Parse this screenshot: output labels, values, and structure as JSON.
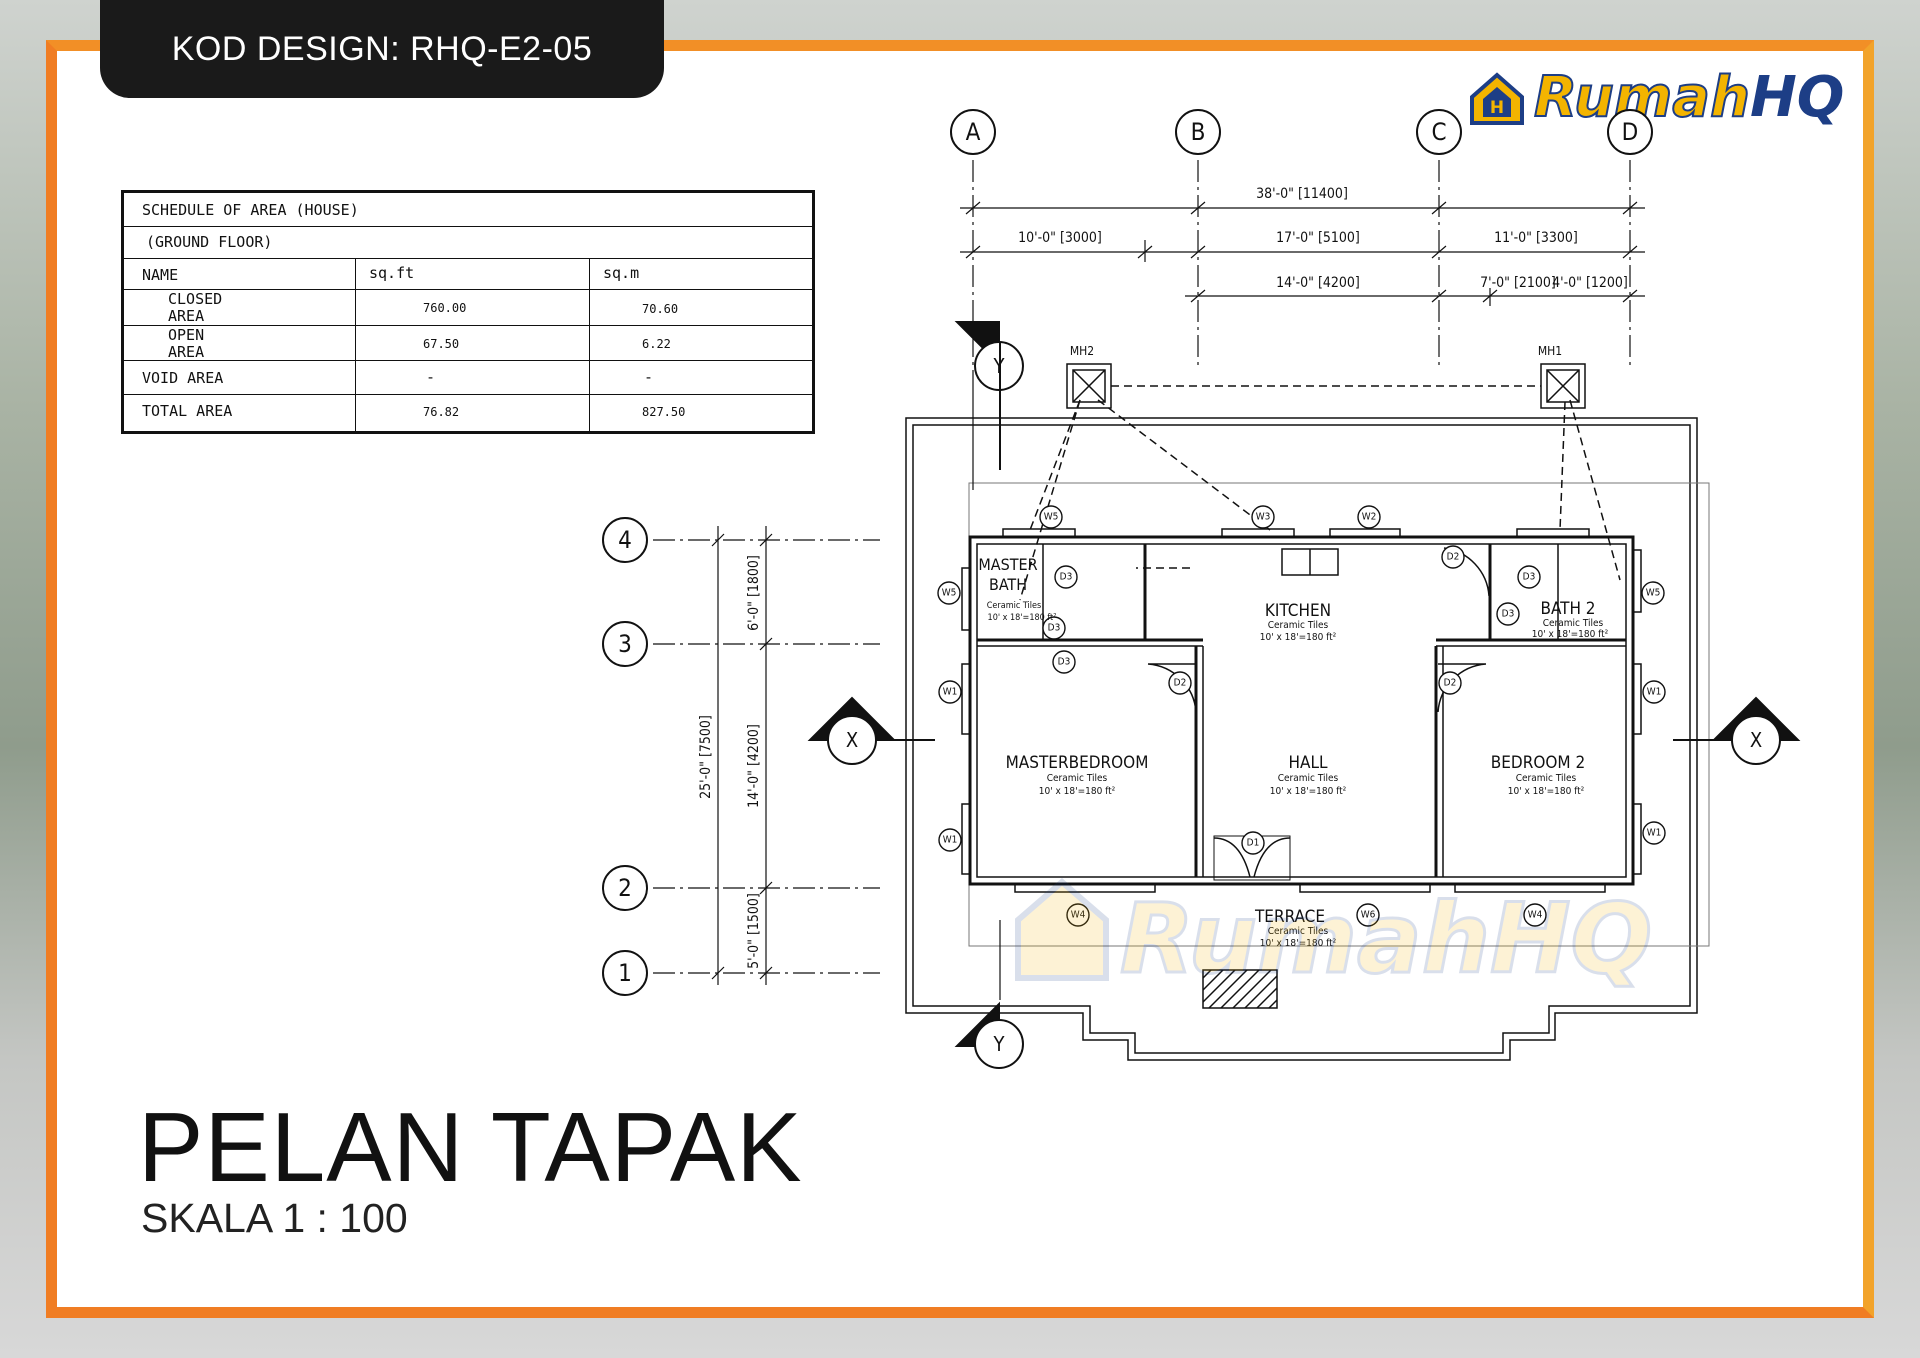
{
  "header": {
    "kod": "KOD DESIGN: RHQ-E2-05"
  },
  "logo": {
    "brand_a": "Rumah",
    "brand_b": "HQ",
    "watermark": "RumahHQ"
  },
  "schedule": {
    "title": "SCHEDULE OF AREA (HOUSE)",
    "subtitle": "(GROUND FLOOR)",
    "headers": [
      "NAME",
      "sq.ft",
      "sq.m"
    ],
    "rows": [
      {
        "name": "CLOSED\n  AREA",
        "sqft": "760.00",
        "sqm": "70.60"
      },
      {
        "name": "OPEN\nAREA",
        "sqft": "67.50",
        "sqm": "6.22"
      },
      {
        "name": "VOID AREA",
        "sqft": "-",
        "sqm": "-"
      },
      {
        "name": "TOTAL AREA",
        "sqft": "76.82",
        "sqm": "827.50"
      }
    ]
  },
  "plan": {
    "grid_cols": [
      "A",
      "B",
      "C",
      "D"
    ],
    "grid_rows": [
      "4",
      "3",
      "2",
      "1"
    ],
    "dims_top": {
      "overall": "38'-0\" [11400]",
      "a_b": "10'-0\" [3000]",
      "b_c": "17'-0\" [5100]",
      "c_d": "11'-0\" [3300]",
      "sub1": "14'-0\" [4200]",
      "sub2": "7'-0\" [2100]",
      "sub3": "4'-0\" [1200]"
    },
    "dims_left": {
      "overall": "25'-0\" [7500]",
      "d1": "6'-0\" [1800]",
      "d2": "14'-0\" [4200]",
      "d3": "5'-0\" [1500]"
    },
    "sections": {
      "x": "X",
      "y": "Y"
    },
    "manholes": [
      "MH2",
      "MH1"
    ],
    "rooms": [
      {
        "name": "MASTER\nBATH",
        "finish": "Ceramic Tiles",
        "size": "10' x 18'=180 ft²"
      },
      {
        "name": "KITCHEN",
        "finish": "Ceramic Tiles",
        "size": "10' x 18'=180 ft²"
      },
      {
        "name": "BATH 2",
        "finish": "Ceramic Tiles",
        "size": "10' x 18'=180 ft²"
      },
      {
        "name": "MASTERBEDROOM",
        "finish": "Ceramic Tiles",
        "size": "10' x 18'=180 ft²"
      },
      {
        "name": "HALL",
        "finish": "Ceramic Tiles",
        "size": "10' x 18'=180 ft²"
      },
      {
        "name": "BEDROOM 2",
        "finish": "Ceramic Tiles",
        "size": "10' x 18'=180 ft²"
      },
      {
        "name": "TERRACE",
        "finish": "Ceramic Tiles",
        "size": "10' x 18'=180 ft²"
      }
    ],
    "tags": {
      "w1": "W1",
      "w2": "W2",
      "w3": "W3",
      "w4": "W4",
      "w5": "W5",
      "w6": "W6",
      "d1": "D1",
      "d2": "D2",
      "d3": "D3"
    }
  },
  "footer": {
    "title": "PELAN TAPAK",
    "scale": "SKALA 1 : 100"
  },
  "colors": {
    "frame": "#f07d23",
    "logo_yellow": "#f3b400",
    "logo_blue": "#1d3e86"
  }
}
